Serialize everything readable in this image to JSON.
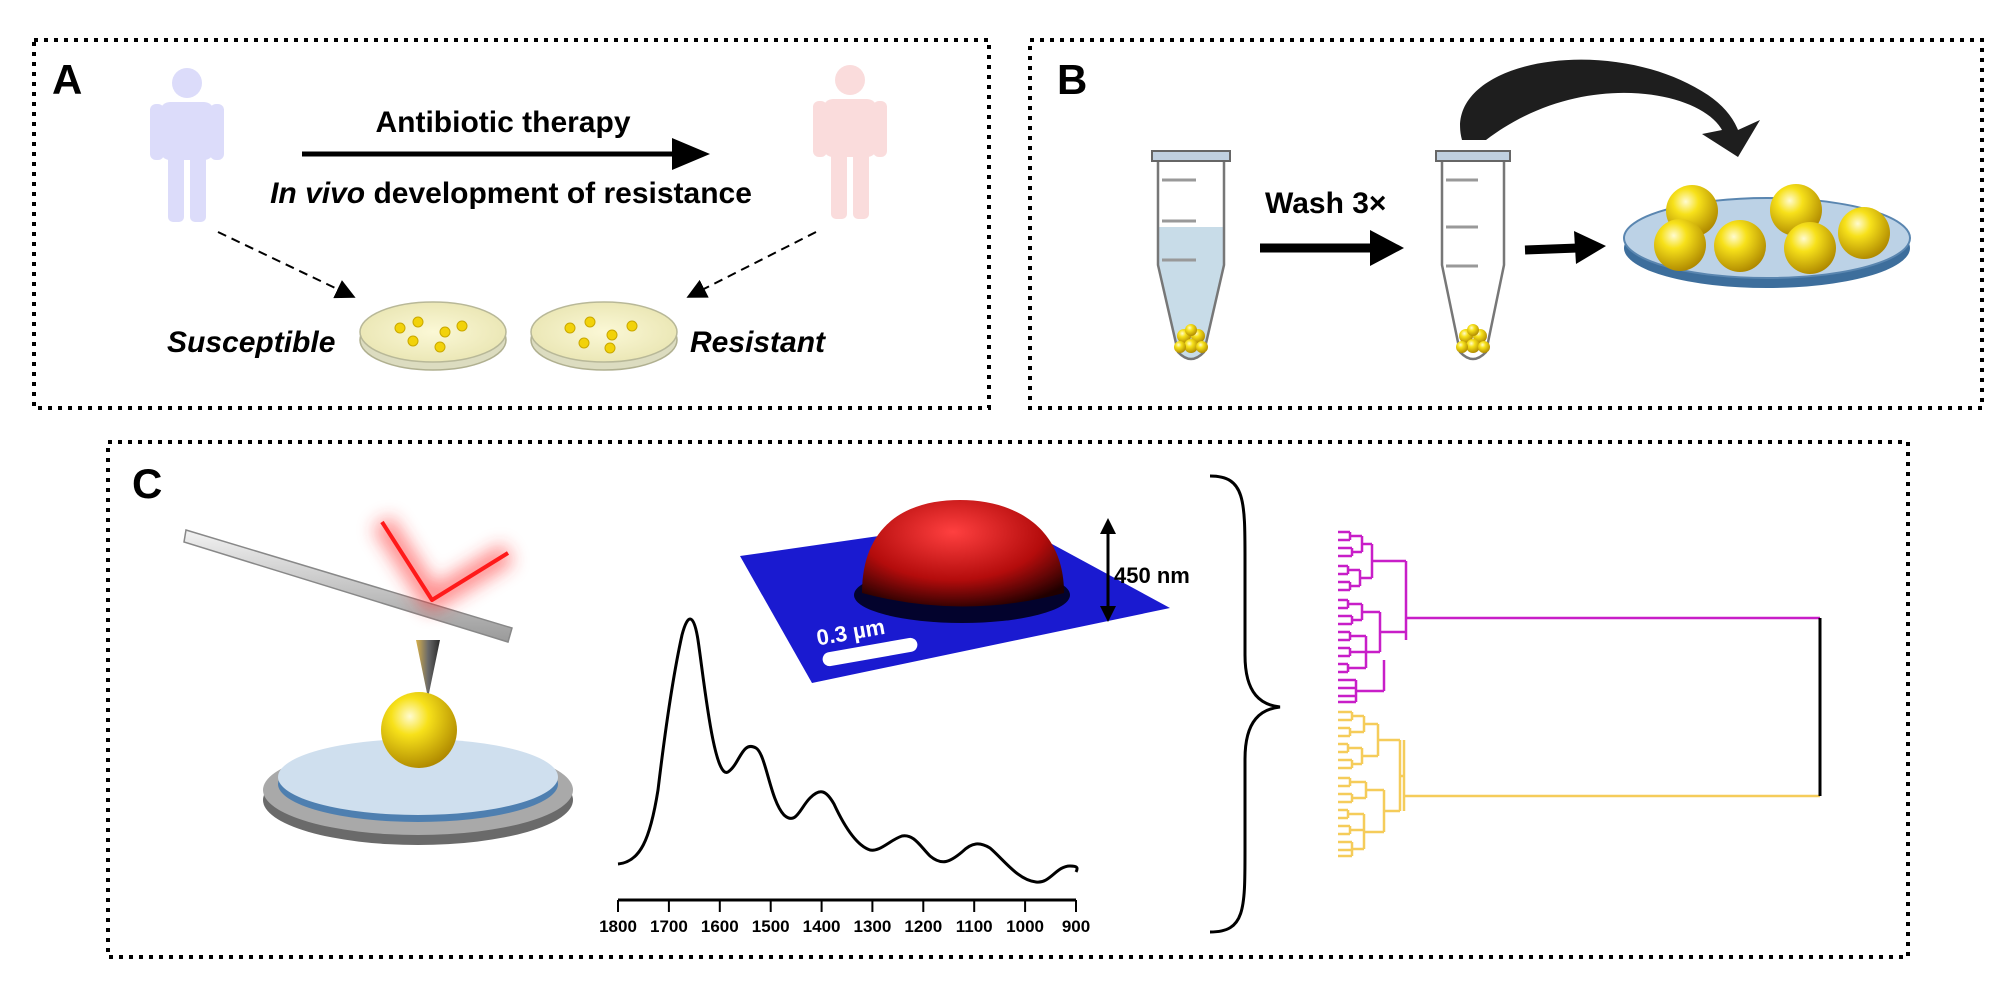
{
  "panels": {
    "a": {
      "letter": "A",
      "arrow_label": "Antibiotic therapy",
      "dev_italic": "In vivo",
      "dev_rest": " development of resistance",
      "left_label": "Susceptible",
      "right_label": "Resistant"
    },
    "b": {
      "letter": "B",
      "wash_label": "Wash 3×"
    },
    "c": {
      "letter": "C",
      "height_label": "450 nm",
      "scale_label": "0.3 µm",
      "spectrum_ticks": [
        "1800",
        "1700",
        "1600",
        "1500",
        "1400",
        "1300",
        "1200",
        "1100",
        "1000",
        "900"
      ]
    }
  },
  "colors": {
    "person_susceptible": "#dcdcfa",
    "person_resistant": "#fadcdc",
    "bacteria": "#f2d20a",
    "afm_surface": "#1a1ad0",
    "afm_cell": "#c81010",
    "laser": "#ff1a1a",
    "cluster_magenta": "#c81ec8",
    "cluster_yellow": "#f5cc5a"
  },
  "icons": [
    "person-icon",
    "petri-dish-icon",
    "microtube-icon",
    "afm-cantilever-icon",
    "laser-beam-icon",
    "dendrogram-icon"
  ]
}
